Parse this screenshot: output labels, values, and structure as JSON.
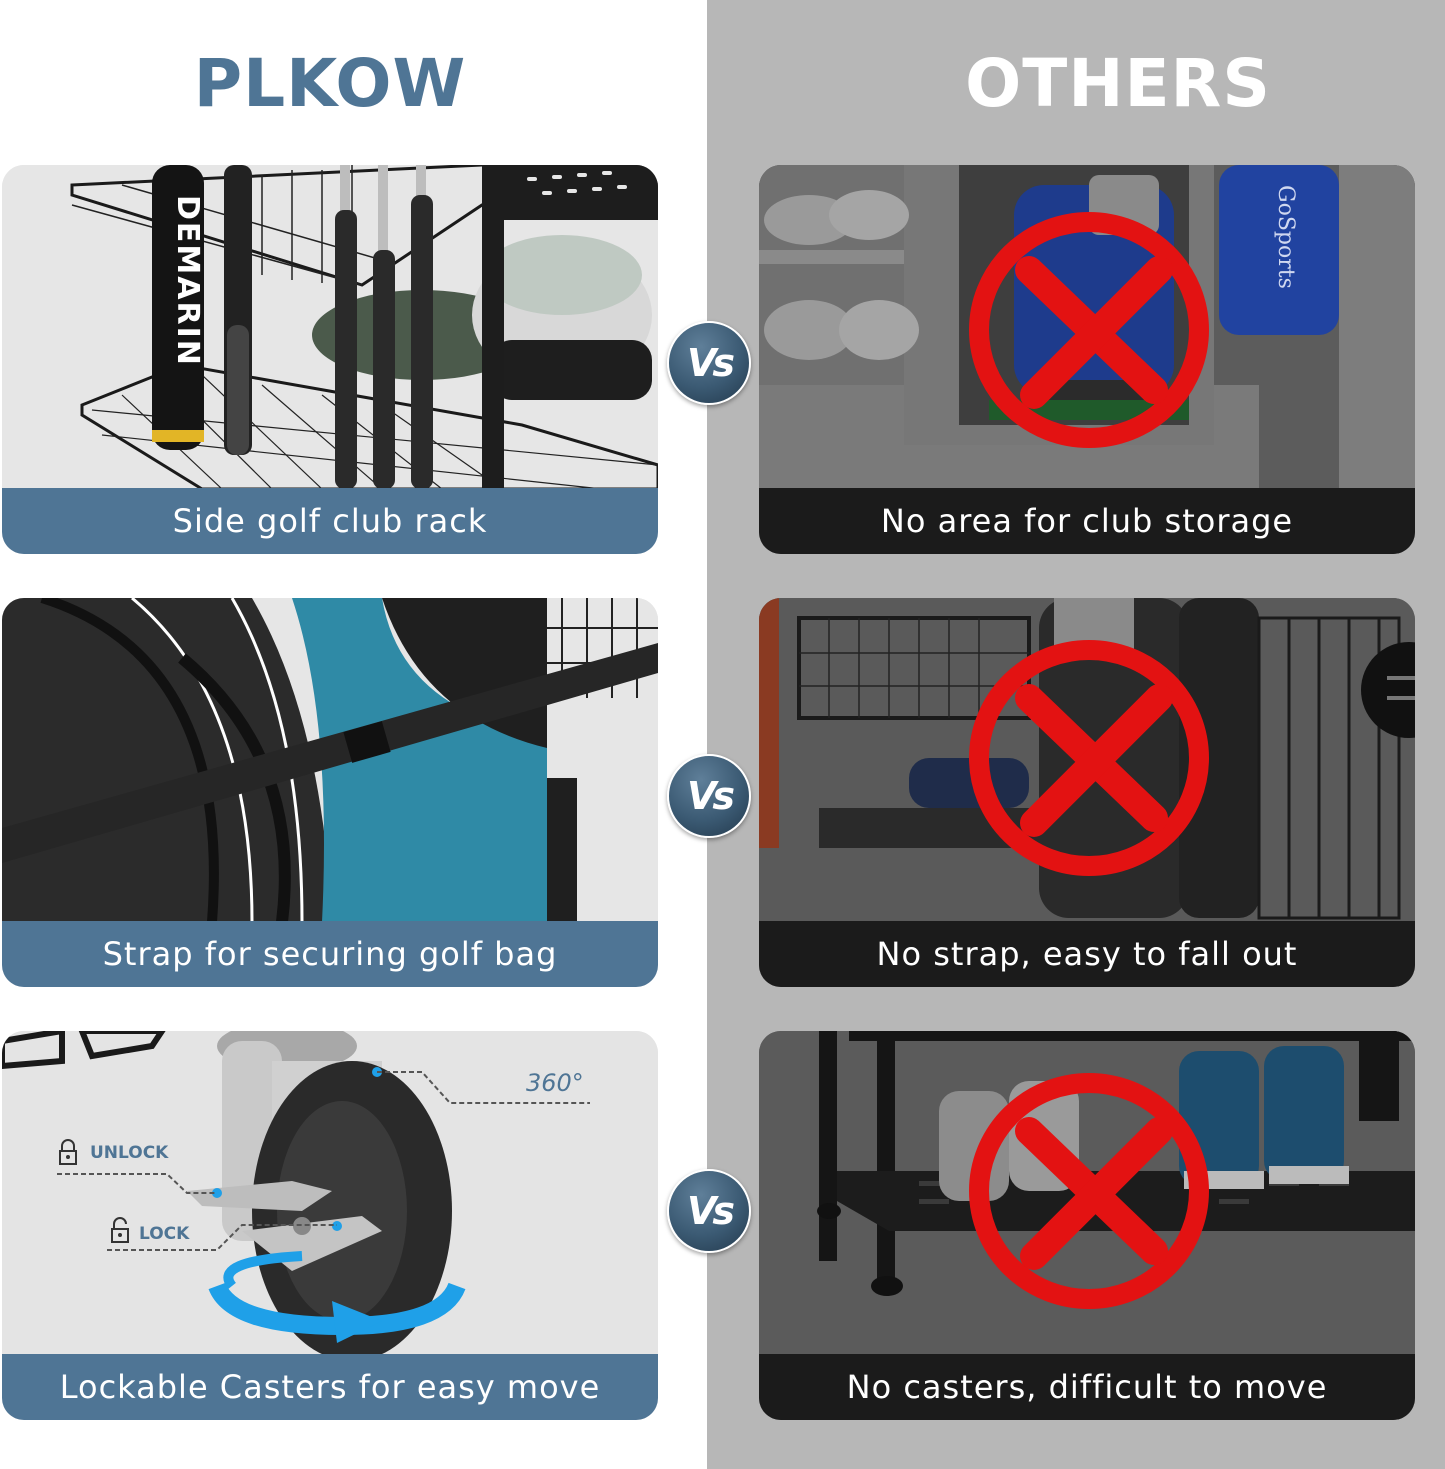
{
  "headings": {
    "left": "PLKOW",
    "right": "OTHERS"
  },
  "vs_label": "Vs",
  "rows": [
    {
      "plkow": {
        "caption": "Side golf club rack",
        "image": "golf-club-rack-photo"
      },
      "others": {
        "caption": "No area for club storage",
        "image": "wooden-cubby-with-golf-bag-photo",
        "mark": "red-x-circle"
      }
    },
    {
      "plkow": {
        "caption": "Strap for securing golf bag",
        "image": "golf-bag-strap-photo"
      },
      "others": {
        "caption": "No strap, easy to fall out",
        "image": "cart-rack-with-golf-bag-photo",
        "mark": "red-x-circle"
      }
    },
    {
      "plkow": {
        "caption": "Lockable Casters for easy move",
        "image": "caster-wheel-photo",
        "annotations": {
          "rotation": "360°",
          "unlock": "UNLOCK",
          "lock": "LOCK"
        }
      },
      "others": {
        "caption": "No casters, difficult to move",
        "image": "shoe-rack-with-feet-photo",
        "mark": "red-x-circle"
      }
    }
  ],
  "brand": {
    "blue": "#4f7595",
    "others_bg": "#b7b7b7",
    "caption_dark": "#1b1b1b",
    "x_red": "#e31212",
    "accent_blue": "#1fa0e8"
  }
}
